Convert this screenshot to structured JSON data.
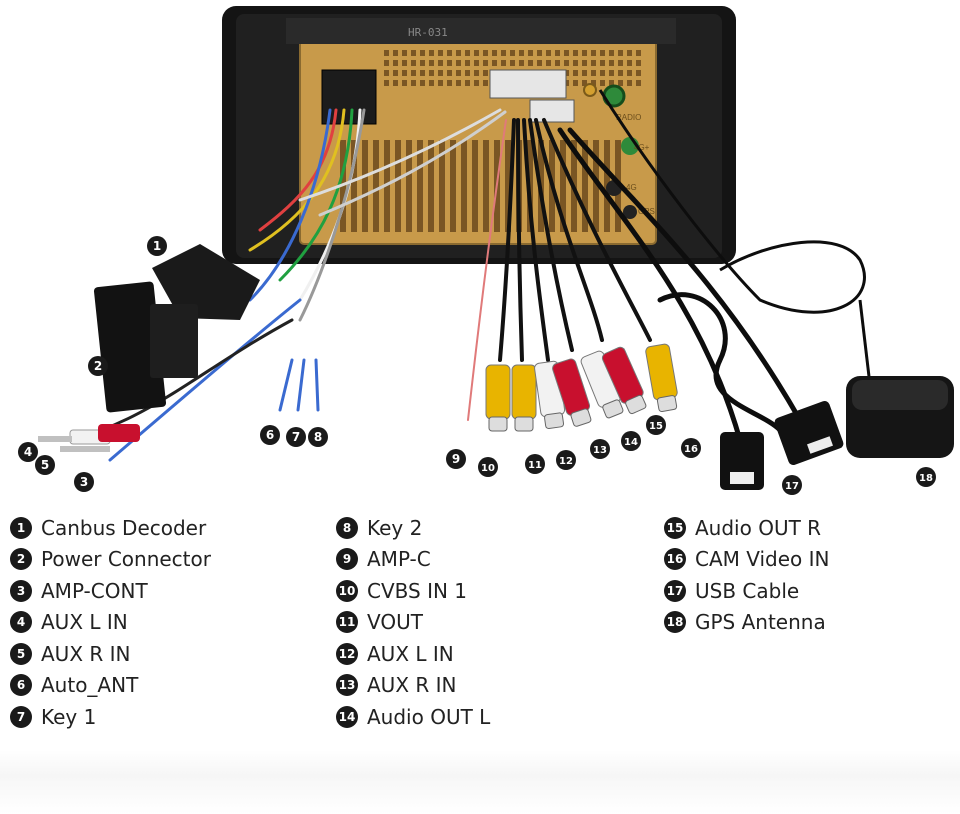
{
  "device": {
    "model_text": "HR-031",
    "port_labels": [
      "RADIO",
      "4G+",
      "4G",
      "GPS"
    ]
  },
  "markers": [
    "1",
    "2",
    "3",
    "4",
    "5",
    "6",
    "7",
    "8",
    "9",
    "10",
    "11",
    "12",
    "13",
    "14",
    "15",
    "16",
    "17",
    "18"
  ],
  "legend": {
    "columns": [
      [
        {
          "num": "1",
          "label": "Canbus Decoder"
        },
        {
          "num": "2",
          "label": "Power Connector"
        },
        {
          "num": "3",
          "label": "AMP-CONT"
        },
        {
          "num": "4",
          "label": "AUX L IN"
        },
        {
          "num": "5",
          "label": "AUX R IN"
        },
        {
          "num": "6",
          "label": "Auto_ANT"
        },
        {
          "num": "7",
          "label": "Key 1"
        }
      ],
      [
        {
          "num": "8",
          "label": "Key 2"
        },
        {
          "num": "9",
          "label": "AMP-C"
        },
        {
          "num": "10",
          "label": "CVBS IN 1"
        },
        {
          "num": "11",
          "label": "VOUT"
        },
        {
          "num": "12",
          "label": "AUX L IN"
        },
        {
          "num": "13",
          "label": "AUX R IN"
        },
        {
          "num": "14",
          "label": "Audio OUT L"
        }
      ],
      [
        {
          "num": "15",
          "label": "Audio OUT R"
        },
        {
          "num": "16",
          "label": "CAM Video IN"
        },
        {
          "num": "17",
          "label": "USB Cable"
        },
        {
          "num": "18",
          "label": "GPS Antenna"
        }
      ]
    ]
  },
  "colors": {
    "housing": "#141414",
    "panel": "#c89a4a",
    "cable": "#111111",
    "rca_yellow": "#e8b400",
    "rca_red": "#c8102e",
    "rca_white": "#f2f2f2",
    "marker": "#1a1a1a"
  }
}
